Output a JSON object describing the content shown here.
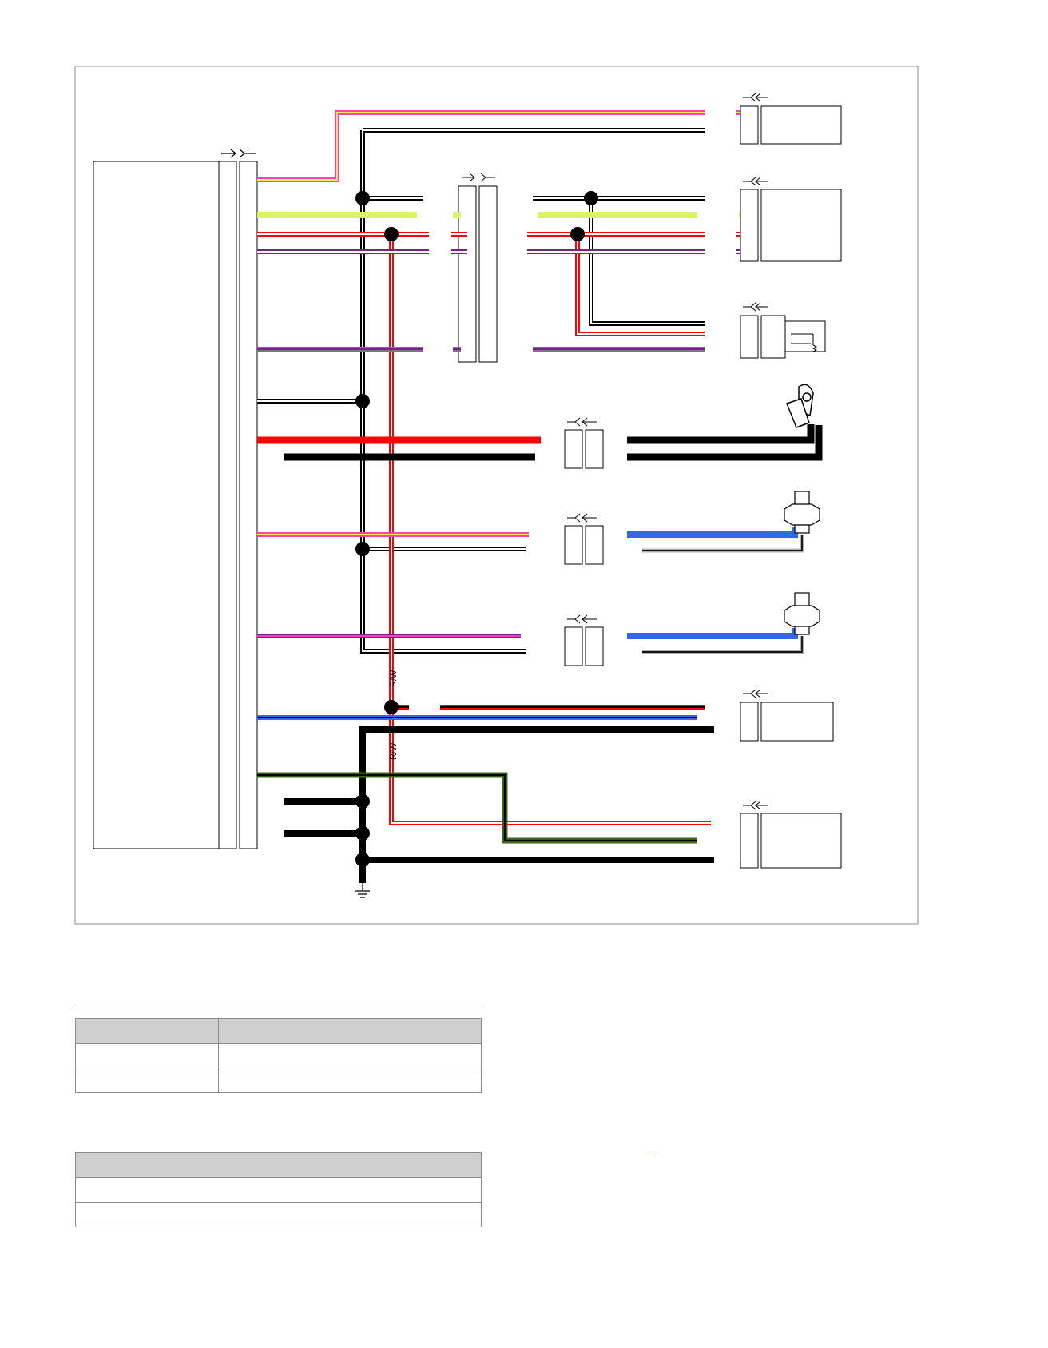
{
  "diagram": {
    "wire_labels": [
      {
        "id": "rw-label-upper",
        "text": "R/W"
      },
      {
        "id": "rw-label-lower",
        "text": "R/W"
      }
    ],
    "colors": {
      "pink": "#ff3fb4",
      "yellow": "#f2ef55",
      "black": "#000000",
      "lime": "#dcf26a",
      "red": "#ff0000",
      "violet": "#7a1f8f",
      "gray_violet": "#8a6a8f",
      "blue": "#3366ee",
      "green": "#3d6b1a",
      "gray": "#b0b0b0",
      "frame": "#8c8c8c"
    }
  },
  "table_1": {
    "header": [
      "",
      ""
    ],
    "rows": [
      [
        "",
        ""
      ],
      [
        "",
        ""
      ]
    ]
  },
  "table_2": {
    "header": [
      ""
    ],
    "rows": [
      [
        ""
      ],
      [
        ""
      ]
    ]
  }
}
